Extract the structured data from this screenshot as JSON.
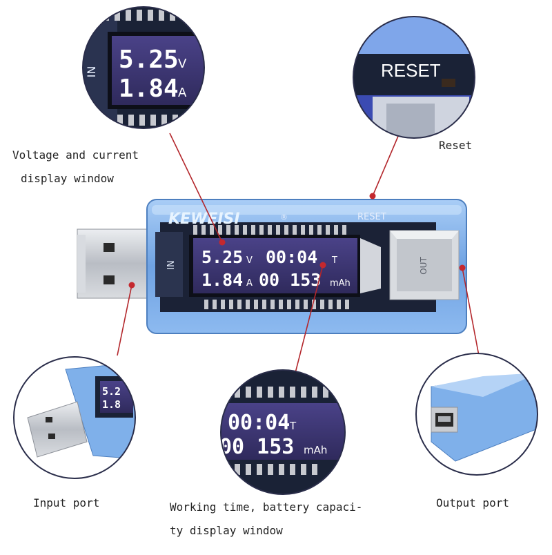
{
  "device": {
    "brand": "KEWEISI",
    "brand_mark": "®",
    "reset_label": "RESET",
    "in_label": "IN",
    "out_label": "OUT",
    "voltage_value": "5.25",
    "voltage_unit": "V",
    "current_value": "1.84",
    "current_unit": "A",
    "time_value": "00:04",
    "time_unit": "T",
    "capacity_value": "00 153",
    "capacity_unit": "mAh"
  },
  "callouts": {
    "voltage_current": {
      "line1": "Voltage and current",
      "line2": "display window",
      "zoom_voltage": "5.25",
      "zoom_voltage_unit": "V",
      "zoom_current": "1.84",
      "zoom_current_unit": "A",
      "zoom_in_label": "IN"
    },
    "reset": {
      "label": "Reset",
      "zoom_text": "RESET"
    },
    "input_port": {
      "label": "Input port",
      "zoom_voltage": "5.2",
      "zoom_current": "1.8"
    },
    "working_time": {
      "line1": "Working time, battery capaci-",
      "line2": "ty display window",
      "zoom_time": "00:04",
      "zoom_time_unit": "T",
      "zoom_capacity": "00 153",
      "zoom_capacity_unit": "mAh"
    },
    "output_port": {
      "label": "Output port"
    }
  },
  "colors": {
    "shell": "#7fb0ea",
    "lcd": "#3b3470",
    "pcb": "#1c2438",
    "pointer": "#b3262b",
    "usb_metal": "#c9ccd1"
  }
}
